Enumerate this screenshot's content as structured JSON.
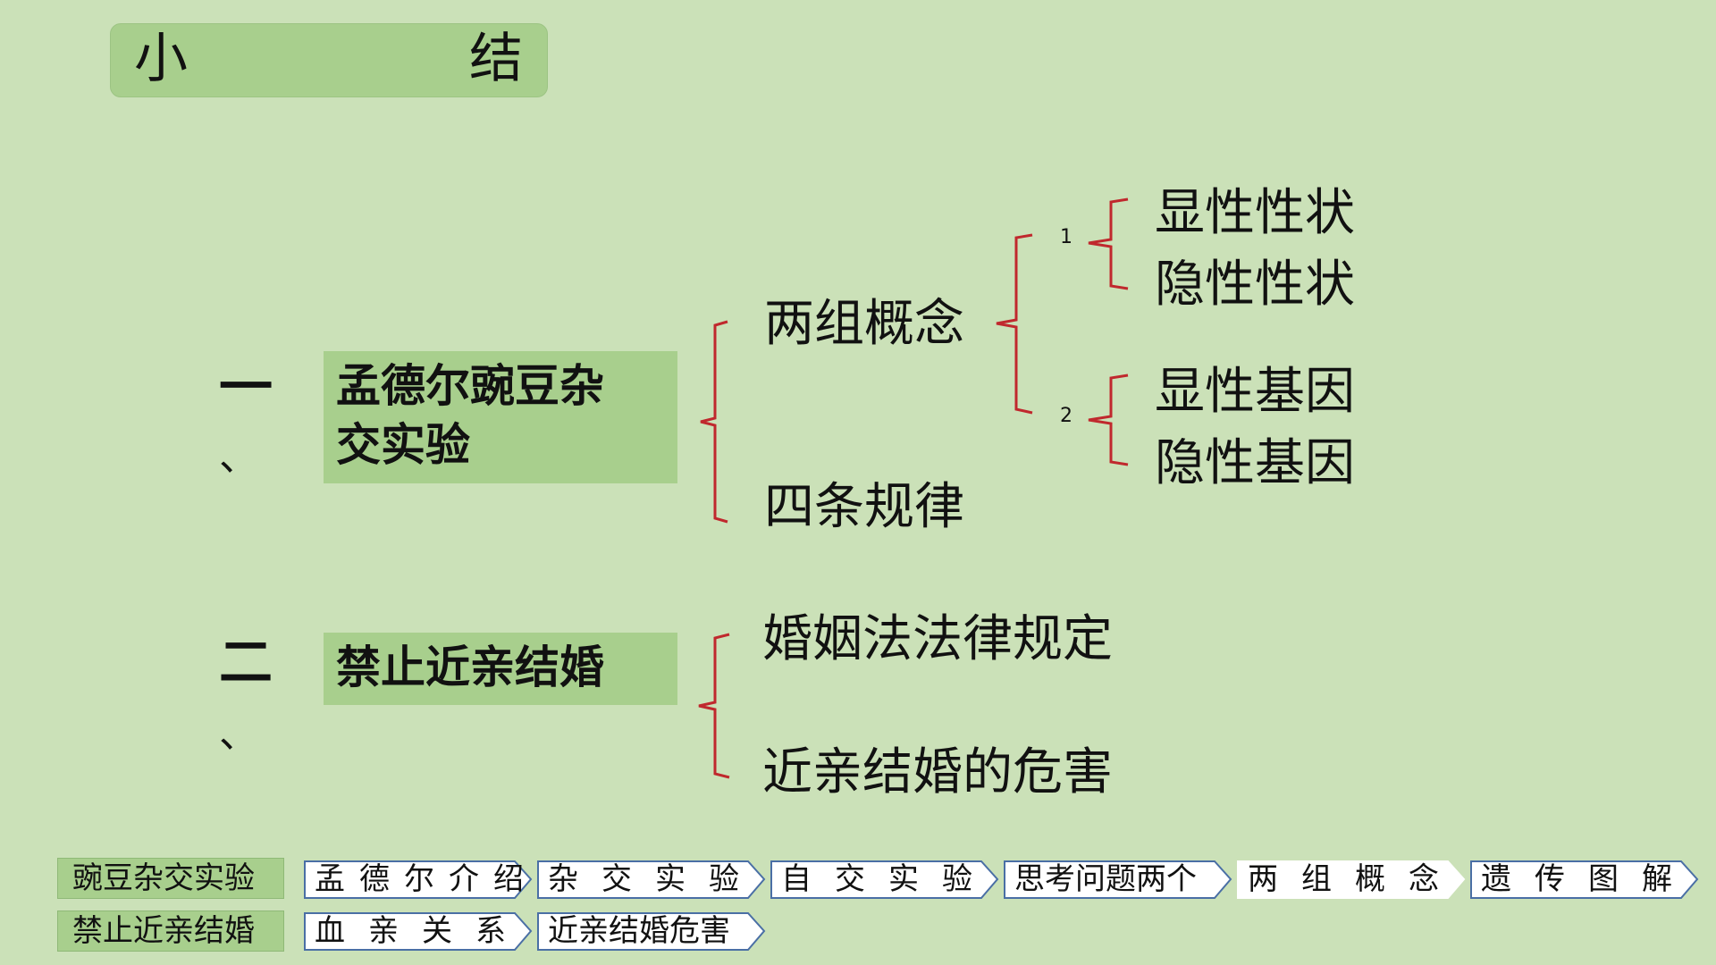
{
  "title": {
    "left": "小",
    "right": "结"
  },
  "section1": {
    "numeral": "一",
    "mark": "、",
    "label_line1": "孟德尔豌豆杂",
    "label_line2": "交实验",
    "branch_concepts": "两组概念",
    "branch_laws": "四条规律",
    "group1_index": "1",
    "group1_items": [
      "显性性状",
      "隐性性状"
    ],
    "group2_index": "2",
    "group2_items": [
      "显性基因",
      "隐性基因"
    ]
  },
  "section2": {
    "numeral": "二",
    "mark": "、",
    "label": "禁止近亲结婚",
    "branch_law": "婚姻法法律规定",
    "branch_harm": "近亲结婚的危害"
  },
  "nav": {
    "row1_label": "豌豆杂交实验",
    "row1_buttons": [
      "孟德尔介绍",
      "杂交实验",
      "自交实验",
      "思考问题两个",
      "两组概念",
      "遗传图解"
    ],
    "row2_label": "禁止近亲结婚",
    "row2_buttons": [
      "血亲关系",
      "近亲结婚危害"
    ]
  },
  "colors": {
    "background": "#cbe1b8",
    "box": "#a8cf8d",
    "bracket": "#c0282d",
    "nav_border": "#4a6fa5"
  }
}
